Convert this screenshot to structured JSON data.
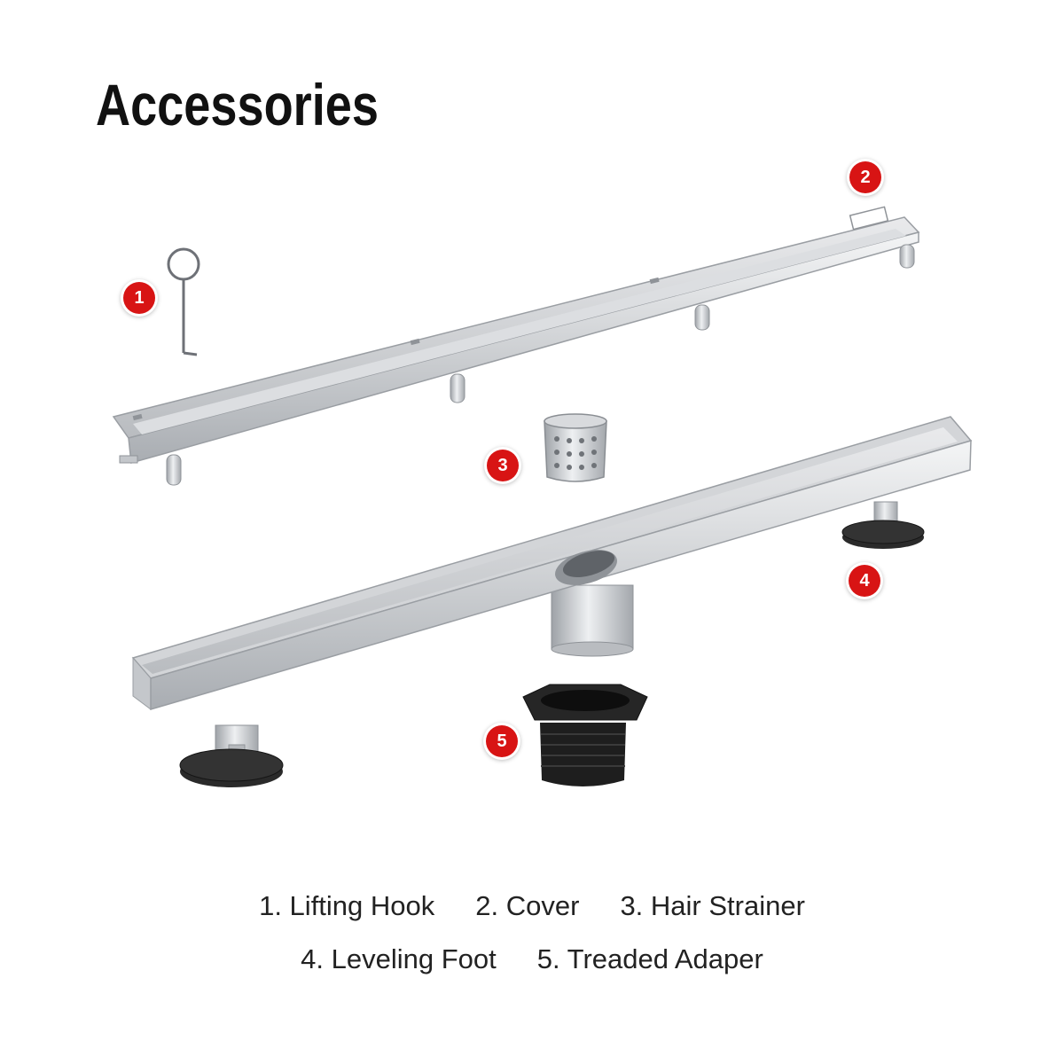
{
  "title": "Accessories",
  "badges": [
    "1",
    "2",
    "3",
    "4",
    "5"
  ],
  "legend": {
    "row1": [
      "1. Lifting Hook",
      "2. Cover",
      "3. Hair Strainer"
    ],
    "row2": [
      "4. Leveling Foot",
      "5. Treaded Adaper"
    ]
  },
  "colors": {
    "badge": "#d81414",
    "steel": "#cfd1d4",
    "plastic": "#1e1e1e"
  },
  "icons": {
    "1": "lifting-hook-icon",
    "2": "drain-cover-icon",
    "3": "hair-strainer-icon",
    "4": "leveling-foot-icon",
    "5": "threaded-adapter-icon"
  }
}
